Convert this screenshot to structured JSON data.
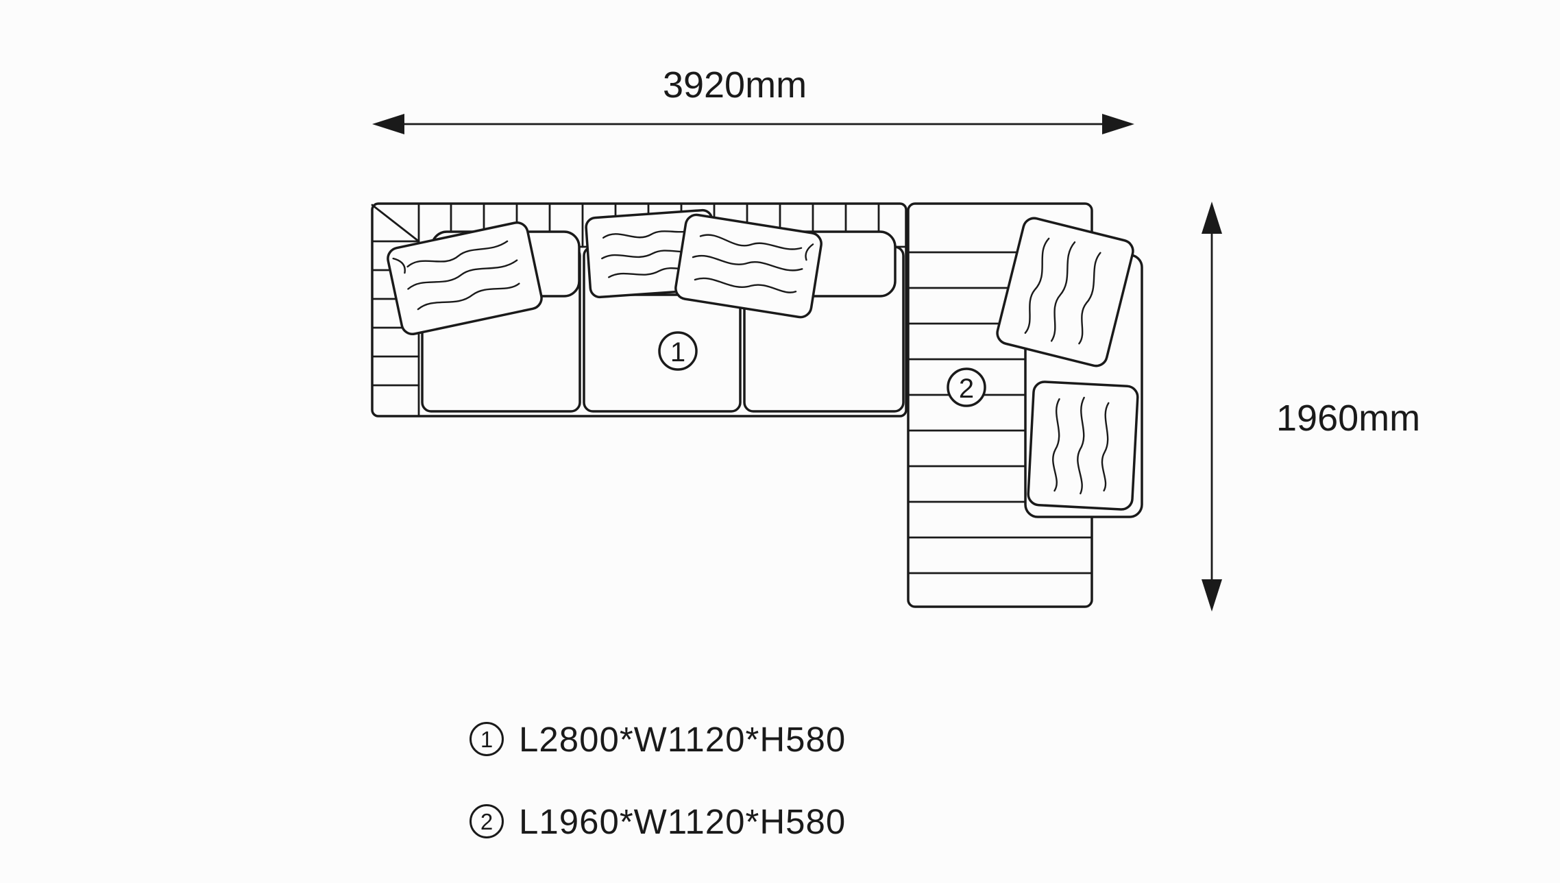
{
  "diagram": {
    "dimensions": {
      "width_label": "3920mm",
      "depth_label": "1960mm"
    },
    "markers": {
      "one": "1",
      "two": "2"
    },
    "specs": [
      {
        "num": "1",
        "text": "L2800*W1120*H580"
      },
      {
        "num": "2",
        "text": "L1960*W1120*H580"
      }
    ],
    "colors": {
      "line": "#1a1a1a",
      "background": "#fcfcfc"
    }
  }
}
